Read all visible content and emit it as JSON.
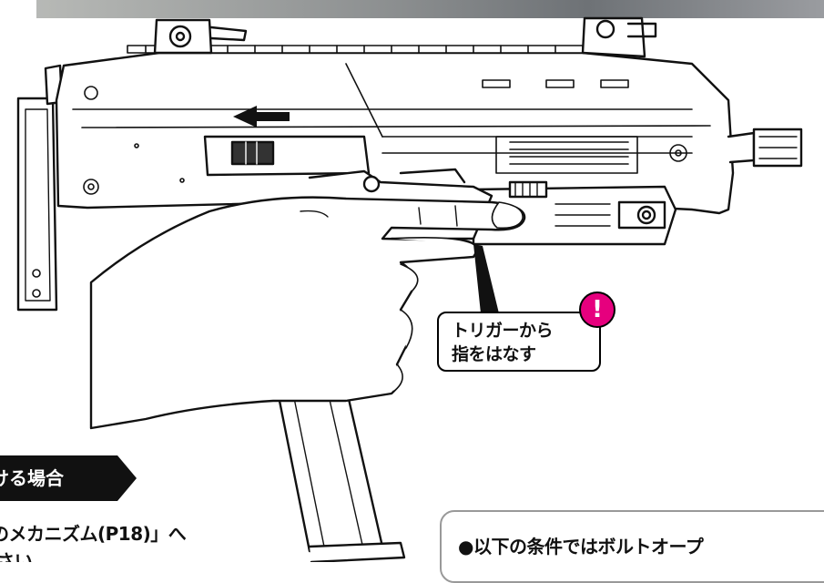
{
  "callout": {
    "line1": "トリガーから",
    "line2": "指をはなす",
    "badge": "!"
  },
  "section_tag": {
    "label": "ける場合"
  },
  "reference": {
    "line1": "のメカニズム(P18)」へ",
    "line2": "さい"
  },
  "note": {
    "text": "●以下の条件ではボルトオープ"
  },
  "colors": {
    "accent": "#e6007e",
    "ink": "#111111",
    "box_border": "#999999"
  }
}
